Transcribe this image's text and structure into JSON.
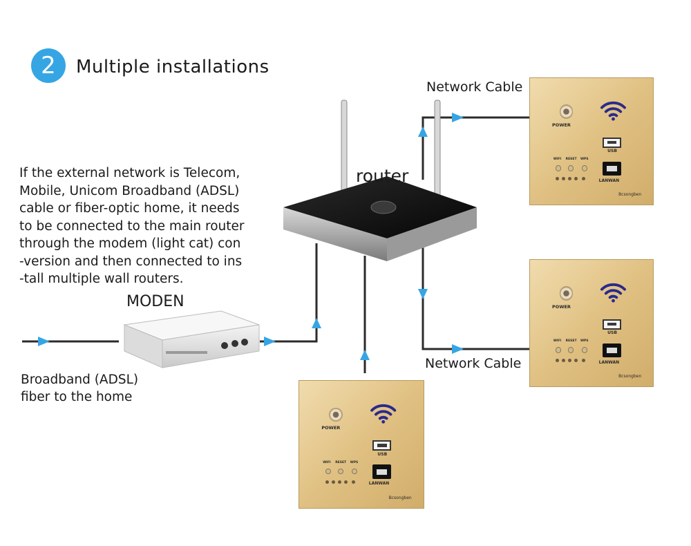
{
  "header": {
    "step_number": "2",
    "title": "Multiple installations"
  },
  "description_lines": [
    "If the external network is Telecom,",
    "Mobile, Unicom Broadband (ADSL)",
    "cable or fiber-optic home, it needs",
    "to be connected to the main router",
    "through the modem (light cat) con",
    "-version and then connected to ins",
    "-tall multiple wall routers."
  ],
  "labels": {
    "router": "router",
    "modem": "MODEN",
    "broadband_line1": "Broadband (ADSL)",
    "broadband_line2": "fiber to the home",
    "network_cable_top": "Network Cable",
    "network_cable_bottom": "Network Cable"
  },
  "wall_router": {
    "power": "POWER",
    "usb": "USB",
    "lanwan": "LANWAN",
    "wifi": "WIFI",
    "reset": "RESET",
    "wps": "WPS",
    "brand": "Bcsongben"
  },
  "colors": {
    "accent": "#36a5e3",
    "wire": "#2b2b2b",
    "panel_gold": "#e0c183",
    "wifi_icon": "#2a2a8c"
  }
}
